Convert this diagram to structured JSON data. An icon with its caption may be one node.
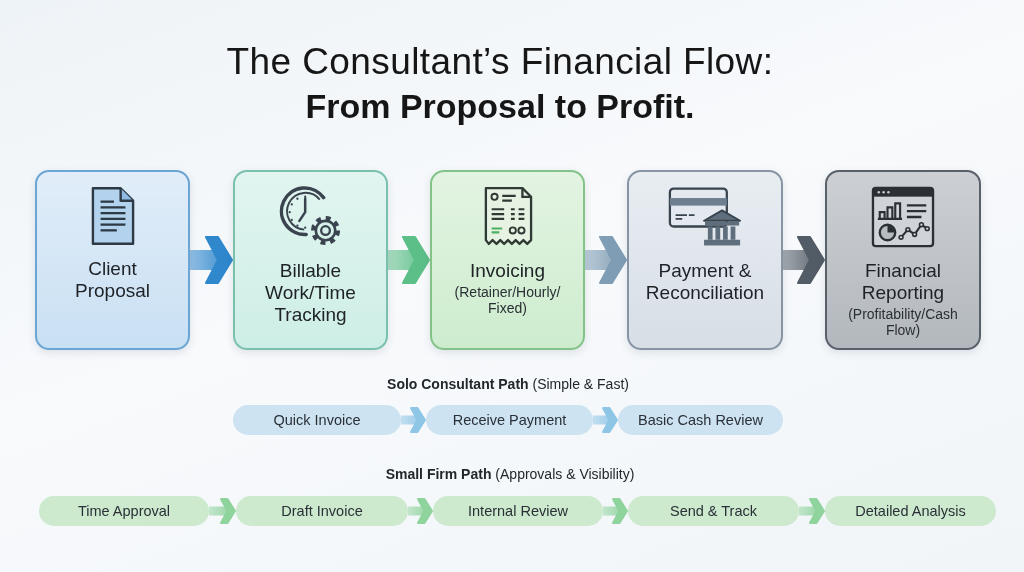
{
  "diagram": {
    "title": "The Consultant’s Financial Flow: **From Proposal to Profit.**",
    "nodes": [
      {
        "text": [
          "Client Proposal"
        ]
      },
      {
        "text": [
          "Billable Work/Time Tracking"
        ]
      },
      {
        "text": [
          "Invoicing",
          "(Retainer/Hourly/ Fixed)"
        ]
      },
      {
        "text": [
          "Payment & Reconciliation"
        ]
      },
      {
        "text": [
          "Financial Reporting",
          "(Profitability/Cash Flow)"
        ]
      },
      {
        "text": [
          "Quick Invoice"
        ]
      },
      {
        "text": [
          "Receive Payment"
        ]
      },
      {
        "text": [
          "Basic Cash Review"
        ]
      },
      {
        "text": [
          "Time Approval"
        ]
      },
      {
        "text": [
          "Draft Invoice"
        ]
      },
      {
        "text": [
          "Internal Review"
        ]
      },
      {
        "text": [
          "Send & Track"
        ]
      },
      {
        "text": [
          "Detailed Analysis"
        ]
      }
    ],
    "edges": [
      {
        "from": 0,
        "to": 1,
        "arrow": "to",
        "style": "thick",
        "color": "#2f87cc"
      },
      {
        "from": 1,
        "to": 2,
        "arrow": "to",
        "style": "thick",
        "color": "#5cbf88"
      },
      {
        "from": 2,
        "to": 3,
        "arrow": "to",
        "style": "thick",
        "color": "#7f9db4"
      },
      {
        "from": 3,
        "to": 4,
        "arrow": "to",
        "style": "thick",
        "color": "#525c66"
      },
      {
        "from": 5,
        "to": 6,
        "arrow": "to",
        "color": "#8fc6e6"
      },
      {
        "from": 6,
        "to": 7,
        "arrow": "to",
        "color": "#8fc6e6"
      },
      {
        "from": 8,
        "to": 9,
        "arrow": "to",
        "color": "#8fd39d"
      },
      {
        "from": 9,
        "to": 10,
        "arrow": "to",
        "color": "#8fd39d"
      },
      {
        "from": 10,
        "to": 11,
        "arrow": "to",
        "color": "#8fd39d"
      },
      {
        "from": 11,
        "to": 12,
        "arrow": "to",
        "color": "#8fd39d"
      }
    ],
    "labels": [
      "**Solo Consultant Path** (Simple & Fast)",
      "**Small Firm Path** (Approvals & Visibility)"
    ]
  }
}
